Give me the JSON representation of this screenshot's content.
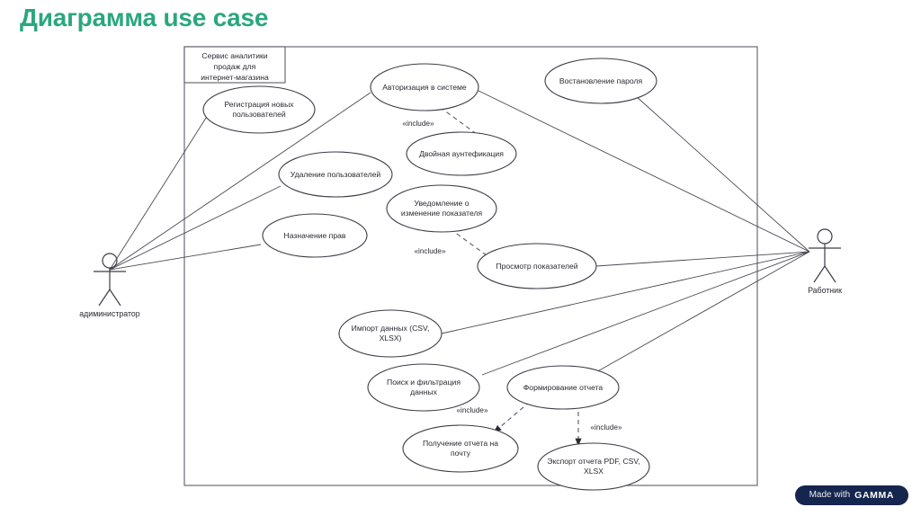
{
  "slide": {
    "title": "Диаграмма use case",
    "title_color": "#2ba77d",
    "background_color": "#ffffff"
  },
  "diagram": {
    "type": "uml-use-case",
    "boundary": {
      "label_line1": "Сервис аналитики",
      "label_line2": "продаж для",
      "label_line3": "интернет-магазина"
    },
    "actors": [
      {
        "id": "admin",
        "label": "адиминистратор",
        "side": "left"
      },
      {
        "id": "worker",
        "label": "Работник",
        "side": "right"
      }
    ],
    "use_cases": [
      {
        "id": "uc1",
        "line1": "Регистрация новых",
        "line2": "пользователей"
      },
      {
        "id": "uc2",
        "line1": "Авторизация в системе",
        "line2": ""
      },
      {
        "id": "uc3",
        "line1": "Востановление пароля",
        "line2": ""
      },
      {
        "id": "uc4",
        "line1": "Двойная аунтефикация",
        "line2": ""
      },
      {
        "id": "uc5",
        "line1": "Удаление пользователей",
        "line2": ""
      },
      {
        "id": "uc6",
        "line1": "Уведомление о",
        "line2": "изменение показателя"
      },
      {
        "id": "uc7",
        "line1": "Назначение прав",
        "line2": ""
      },
      {
        "id": "uc8",
        "line1": "Просмотр показателей",
        "line2": ""
      },
      {
        "id": "uc9",
        "line1": "Импорт данных (CSV,",
        "line2": "XLSX)"
      },
      {
        "id": "uc10",
        "line1": "Поиск и фильтрация",
        "line2": "данных"
      },
      {
        "id": "uc11",
        "line1": "Формирование отчета",
        "line2": ""
      },
      {
        "id": "uc12",
        "line1": "Получение отчета на",
        "line2": "почту"
      },
      {
        "id": "uc13",
        "line1": "Экспорт отчета PDF, CSV,",
        "line2": "XLSX"
      }
    ],
    "include_relations": [
      {
        "id": "inc1",
        "from": "uc2",
        "to": "uc4",
        "label": "«include»"
      },
      {
        "id": "inc2",
        "from": "uc8",
        "to": "uc6",
        "label": "«include»"
      },
      {
        "id": "inc3",
        "from": "uc11",
        "to": "uc12",
        "label": "«include»"
      },
      {
        "id": "inc4",
        "from": "uc11",
        "to": "uc13",
        "label": "«include»"
      }
    ],
    "associations": [
      {
        "actor": "admin",
        "use_case": "uc1"
      },
      {
        "actor": "admin",
        "use_case": "uc2"
      },
      {
        "actor": "admin",
        "use_case": "uc5"
      },
      {
        "actor": "admin",
        "use_case": "uc7"
      },
      {
        "actor": "worker",
        "use_case": "uc2"
      },
      {
        "actor": "worker",
        "use_case": "uc3"
      },
      {
        "actor": "worker",
        "use_case": "uc8"
      },
      {
        "actor": "worker",
        "use_case": "uc9"
      },
      {
        "actor": "worker",
        "use_case": "uc10"
      },
      {
        "actor": "worker",
        "use_case": "uc11"
      }
    ]
  },
  "watermark": {
    "made_with": "Made with",
    "brand": "GAMMA",
    "background_color": "#15254d"
  }
}
